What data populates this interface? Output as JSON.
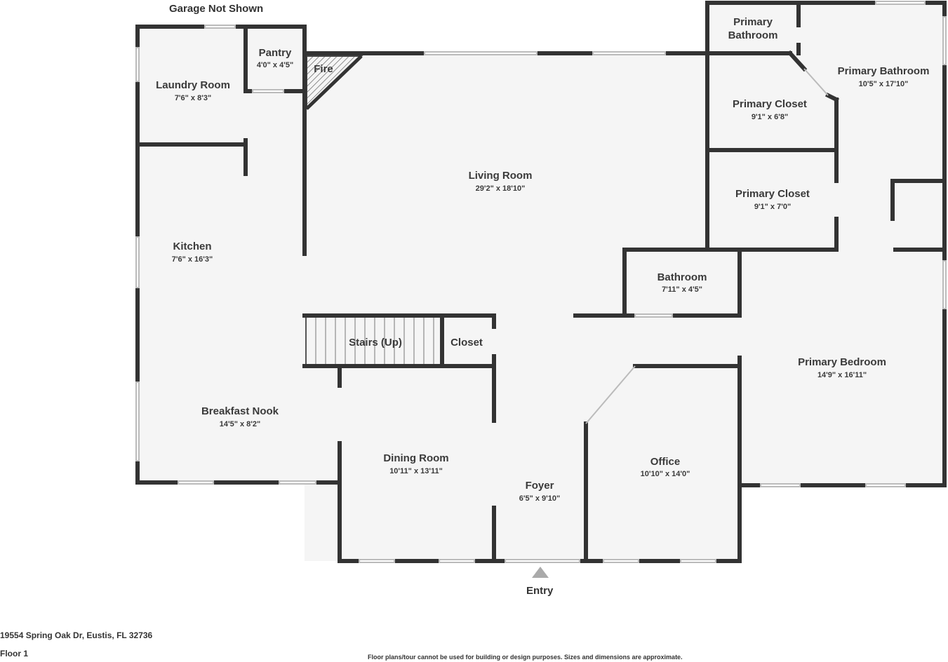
{
  "header": {
    "note": "Garage Not Shown"
  },
  "rooms": {
    "laundry": {
      "name": "Laundry Room",
      "dim": "7'6\" x 8'3\""
    },
    "pantry": {
      "name": "Pantry",
      "dim": "4'0\" x 4'5\""
    },
    "fire": {
      "name": "Fire"
    },
    "primary_bath_small": {
      "line1": "Primary",
      "line2": "Bathroom"
    },
    "primary_bath": {
      "name": "Primary Bathroom",
      "dim": "10'5\" x 17'10\""
    },
    "primary_closet_1": {
      "name": "Primary Closet",
      "dim": "9'1\" x 6'8\""
    },
    "primary_closet_2": {
      "name": "Primary Closet",
      "dim": "9'1\" x 7'0\""
    },
    "living": {
      "name": "Living Room",
      "dim": "29'2\" x 18'10\""
    },
    "kitchen": {
      "name": "Kitchen",
      "dim": "7'6\" x 16'3\""
    },
    "bathroom": {
      "name": "Bathroom",
      "dim": "7'11\" x 4'5\""
    },
    "stairs": {
      "name": "Stairs (Up)"
    },
    "closet": {
      "name": "Closet"
    },
    "primary_bedroom": {
      "name": "Primary Bedroom",
      "dim": "14'9\" x 16'11\""
    },
    "breakfast": {
      "name": "Breakfast Nook",
      "dim": "14'5\" x 8'2\""
    },
    "dining": {
      "name": "Dining Room",
      "dim": "10'11\" x 13'11\""
    },
    "foyer": {
      "name": "Foyer",
      "dim": "6'5\" x 9'10\""
    },
    "office": {
      "name": "Office",
      "dim": "10'10\" x 14'0\""
    }
  },
  "entry": {
    "label": "Entry"
  },
  "footer": {
    "address": "19554 Spring Oak Dr, Eustis, FL 32736",
    "floor": "Floor 1",
    "disclaimer": "Floor plans/tour cannot be used for building or design purposes. Sizes and dimensions are approximate."
  }
}
